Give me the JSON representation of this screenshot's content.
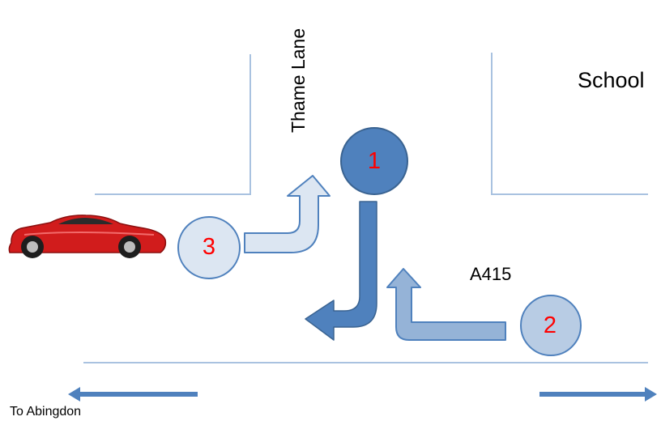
{
  "labels": {
    "school": "School",
    "street": "Thame Lane",
    "road": "A415",
    "direction": "To Abingdon"
  },
  "markers": [
    {
      "number": "1"
    },
    {
      "number": "2"
    },
    {
      "number": "3"
    }
  ],
  "colors": {
    "road_line": "#a9c2e0",
    "marker1_fill": "#4f81bd",
    "marker1_stroke": "#3a6391",
    "marker2_fill": "#b8cce4",
    "marker2_stroke": "#4f81bd",
    "marker3_fill": "#dce6f2",
    "marker3_stroke": "#4f81bd",
    "arrow1_fill": "#4f81bd",
    "arrow2_fill": "#95b3d7",
    "arrow3_fill": "#dce6f2",
    "number_text": "#ff0000",
    "car_body": "#d11c1c",
    "direction_arrow": "#4f81bd"
  }
}
